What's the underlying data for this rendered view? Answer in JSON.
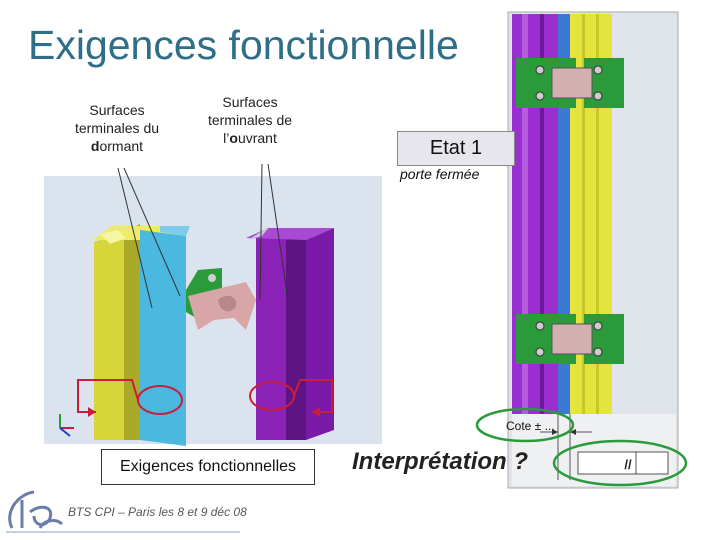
{
  "slide": {
    "title": "Exigences fonctionnelle",
    "label_dormant": {
      "line1": "Surfaces",
      "line2": "terminales du",
      "line3_prefix": "",
      "line3_bold": "d",
      "line3_suffix": "ormant"
    },
    "label_ouvrant": {
      "line1": "Surfaces",
      "line2": "terminales de",
      "line3_prefix": "l’",
      "line3_bold": "o",
      "line3_suffix": "uvrant"
    },
    "etat": "Etat 1",
    "porte": "porte fermée",
    "exigences_box": "Exigences fonctionnelles",
    "interpretation": "Interprétation ?",
    "cote": "Cote ± ...",
    "slash_symbol": "//",
    "footer": "BTS CPI – Paris les 8 et 9 déc 08"
  },
  "colors": {
    "title": "#2e6e86",
    "yellow_profile": "#d6d63a",
    "blue_profile": "#4bb8e0",
    "purple_profile": "#8a22b8",
    "green_hinge": "#2a9a3a",
    "callout_red": "#c81e3c",
    "callout_green": "#2a9a3a"
  }
}
